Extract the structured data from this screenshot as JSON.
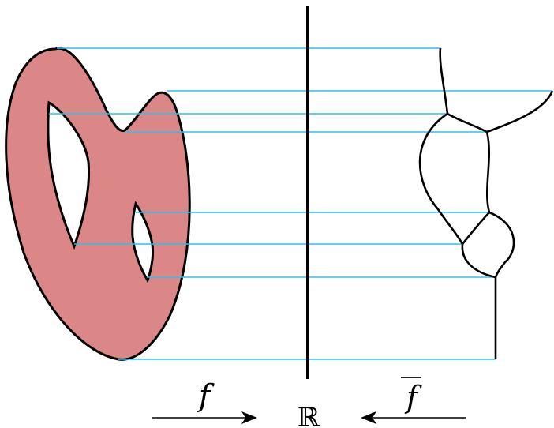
{
  "labels": {
    "f": "f",
    "f_bar": "f",
    "reals": "ℝ"
  },
  "colors": {
    "surface_fill": "#dc8787",
    "level_line": "#29c2f2",
    "stroke": "#000000"
  }
}
